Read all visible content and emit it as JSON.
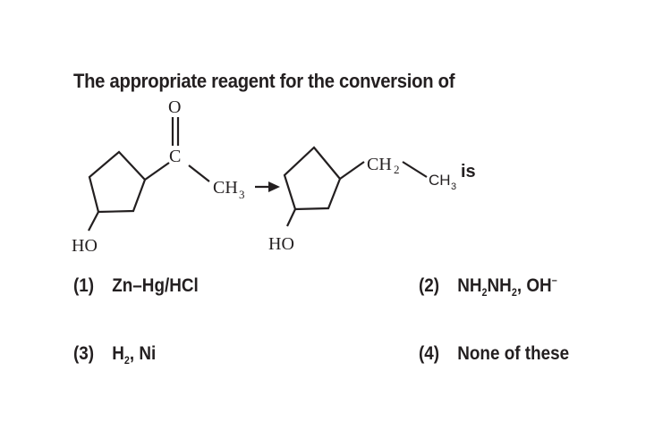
{
  "question": {
    "text": "The appropriate reagent for the conversion of",
    "scheme": {
      "reactant": {
        "carbonyl_oxygen": "O",
        "carbonyl_carbon": "C",
        "methyl": "CH",
        "methyl_subscript": "3",
        "hydroxyl": "HO"
      },
      "product": {
        "methylene": "CH",
        "methylene_subscript": "2",
        "methyl": "CH",
        "methyl_subscript": "3",
        "hydroxyl": "HO"
      },
      "suffix": "is"
    }
  },
  "options": [
    {
      "number": "(1)",
      "parts": [
        {
          "t": "Zn–Hg/HCl"
        }
      ]
    },
    {
      "number": "(2)",
      "parts": [
        {
          "t": "NH"
        },
        {
          "sub": "2"
        },
        {
          "t": "NH"
        },
        {
          "sub": "2"
        },
        {
          "t": ", OH"
        },
        {
          "sup": "–"
        }
      ]
    },
    {
      "number": "(3)",
      "parts": [
        {
          "t": "H"
        },
        {
          "sub": "2"
        },
        {
          "t": ", Ni"
        }
      ]
    },
    {
      "number": "(4)",
      "parts": [
        {
          "t": "None of these"
        }
      ]
    }
  ]
}
